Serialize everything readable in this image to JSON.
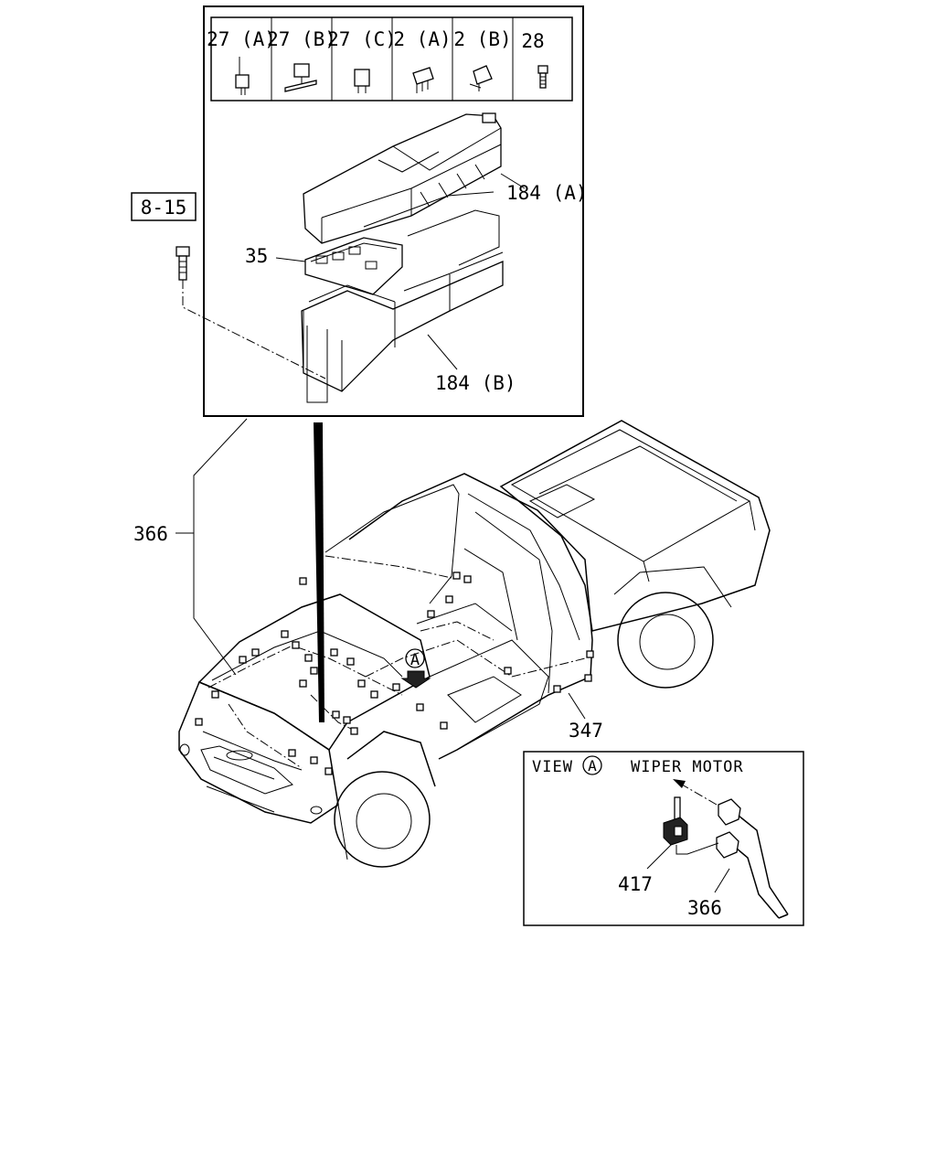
{
  "fuse_table": {
    "headers": [
      "27 (A)",
      "27 (B)",
      "27 (C)",
      "2 (A)",
      "2 (B)",
      "28"
    ],
    "icons": [
      "mini-fuse-icon",
      "fusible-link-icon",
      "maxi-fuse-icon",
      "relay-4pin-icon",
      "relay-5pin-icon",
      "bolt-icon"
    ]
  },
  "callouts": {
    "relay_box_cover": "184 (A)",
    "fuse_block": "35",
    "relay_box_lower": "184 (B)",
    "bolt_ref": "8-15",
    "harness_main": "366",
    "harness_body": "347",
    "view_marker": "A"
  },
  "view_a": {
    "title": "VIEW",
    "marker": "A",
    "caption": "WIPER MOTOR",
    "part_connector": "417",
    "part_harness": "366"
  }
}
